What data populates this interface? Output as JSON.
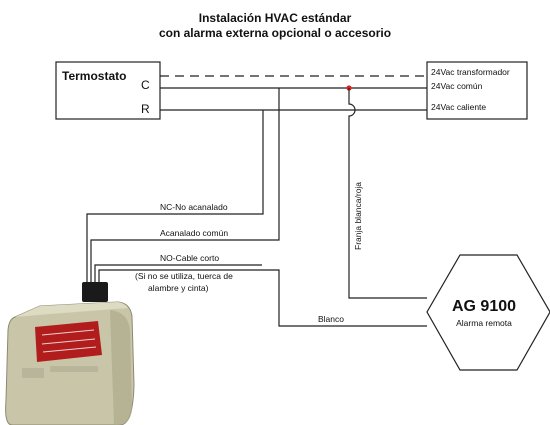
{
  "title": {
    "line1": "Instalación HVAC estándar",
    "line2": "con alarma externa opcional o accesorio"
  },
  "thermostat": {
    "label": "Termostato",
    "terminal_c": "C",
    "terminal_r": "R"
  },
  "transformer": {
    "line1": "24Vac transformador",
    "line2": "24Vac común",
    "line3": "24Vac caliente"
  },
  "wires": {
    "nc": "NC-No acanalado",
    "common": "Acanalado común",
    "no": "NO-Cable corto",
    "note_line1": "(Si no se utiliza, tuerca de",
    "note_line2": "alambre y cinta)",
    "white": "Blanco",
    "stripe": "Franja blanca/roja"
  },
  "alarm": {
    "model": "AG 9100",
    "subtitle": "Alarma remota"
  },
  "device": {
    "icon": "float-switch-device"
  },
  "colors": {
    "device_body": "#c9c5a8",
    "device_label": "#b11d1d",
    "cap": "#1a1a1a",
    "junction": "#e02020"
  }
}
